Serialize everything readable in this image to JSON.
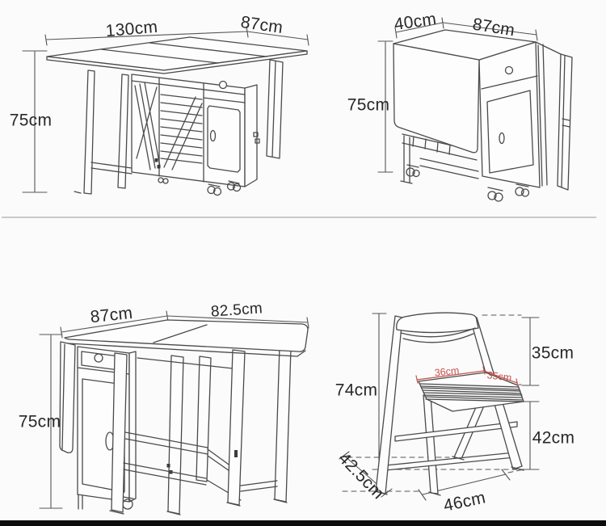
{
  "palette": {
    "background": "#fbfbfb",
    "line": "#4a4a4a",
    "dimension_text": "#282828",
    "accent_red": "#c5524c",
    "divider": "#c9c9c9",
    "footer_bar": "#0d0d0d"
  },
  "views": {
    "table_open": {
      "width_label": "130cm",
      "depth_label": "87cm",
      "height_label": "75cm"
    },
    "table_folded": {
      "width_label": "40cm",
      "depth_label": "87cm",
      "height_label": "75cm"
    },
    "table_half_open": {
      "depth_label": "87cm",
      "extension_label": "82.5cm",
      "height_label": "75cm"
    },
    "chair": {
      "height_label": "74cm",
      "back_height_label": "35cm",
      "leg_height_label": "42cm",
      "base_depth_label": "42.5cm",
      "front_width_label": "46cm",
      "seat_width_label": "36cm",
      "seat_depth_label": "35cm"
    }
  }
}
